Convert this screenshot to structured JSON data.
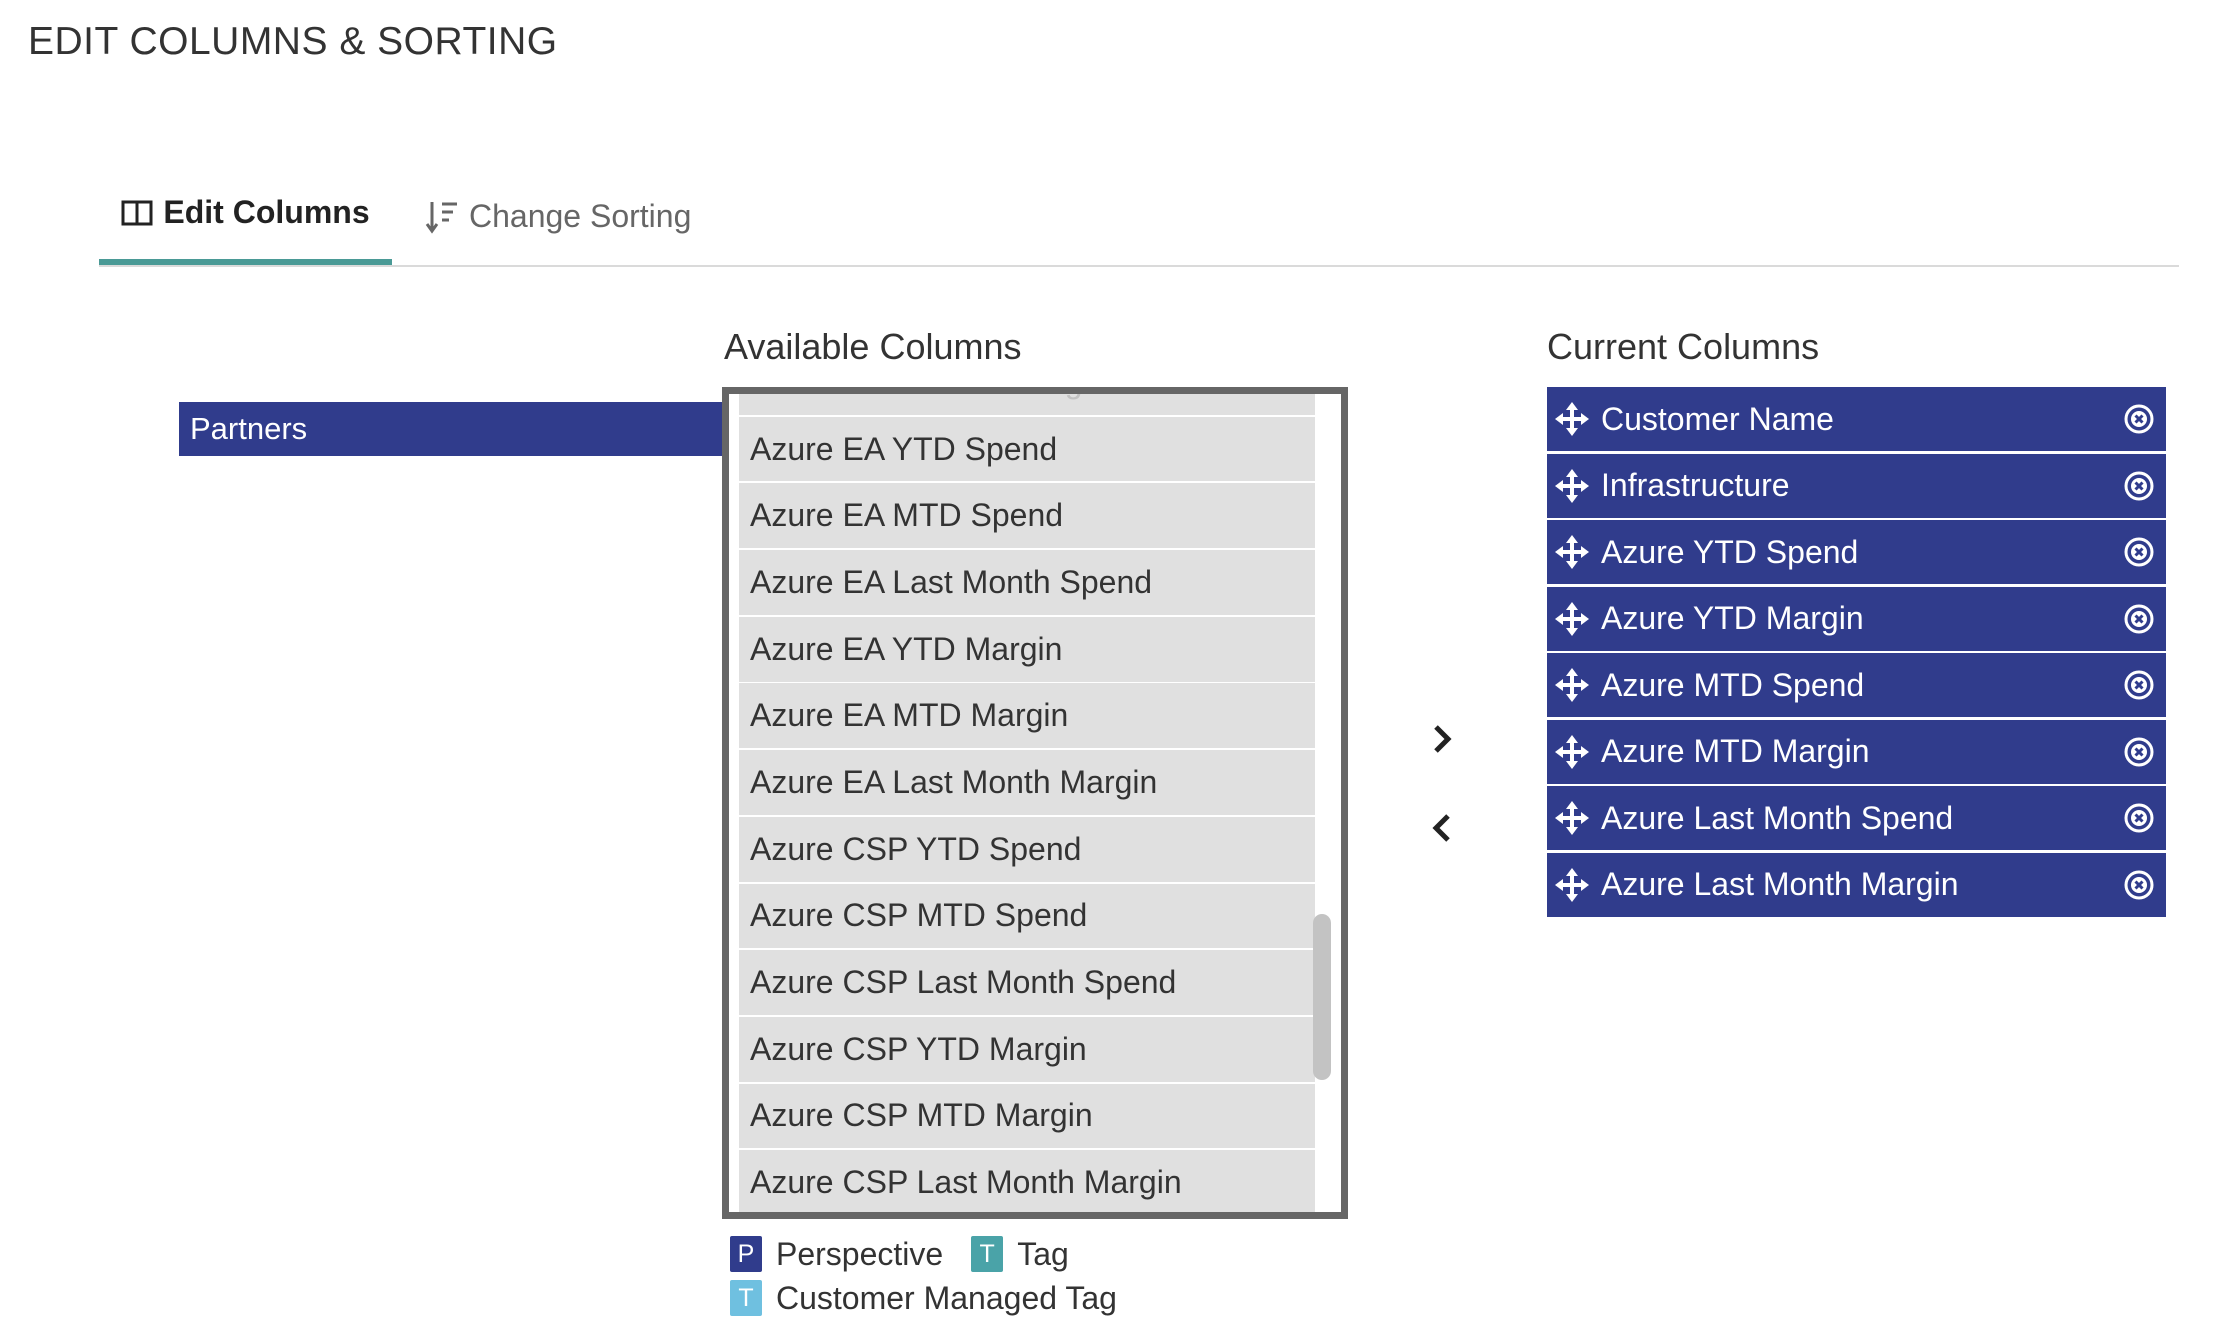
{
  "page": {
    "title": "EDIT COLUMNS & SORTING"
  },
  "tabs": [
    {
      "label": "Edit Columns",
      "icon": "columns-icon",
      "active": true
    },
    {
      "label": "Change Sorting",
      "icon": "sort-icon",
      "active": false
    }
  ],
  "available": {
    "heading": "Available Columns",
    "category": "Partners",
    "items": [
      "Azure Last Month Margin",
      "Azure EA YTD Spend",
      "Azure EA MTD Spend",
      "Azure EA Last Month Spend",
      "Azure EA YTD Margin",
      "Azure EA MTD Margin",
      "Azure EA Last Month Margin",
      "Azure CSP YTD Spend",
      "Azure CSP MTD Spend",
      "Azure CSP Last Month Spend",
      "Azure CSP YTD Margin",
      "Azure CSP MTD Margin",
      "Azure CSP Last Month Margin"
    ]
  },
  "current": {
    "heading": "Current Columns",
    "items": [
      "Customer Name",
      "Infrastructure",
      "Azure YTD Spend",
      "Azure YTD Margin",
      "Azure MTD Spend",
      "Azure MTD Margin",
      "Azure Last Month Spend",
      "Azure Last Month Margin"
    ]
  },
  "legend": {
    "perspective": {
      "badge": "P",
      "label": "Perspective",
      "color": "#303c8c"
    },
    "tag": {
      "badge": "T",
      "label": "Tag",
      "color": "#4aa3a8"
    },
    "customer_tag": {
      "badge": "T",
      "label": "Customer Managed Tag",
      "color": "#6fc0e0"
    }
  },
  "colors": {
    "accent": "#303c8c",
    "tab_underline": "#4a9a96",
    "item_bg": "#e0e0e0"
  }
}
